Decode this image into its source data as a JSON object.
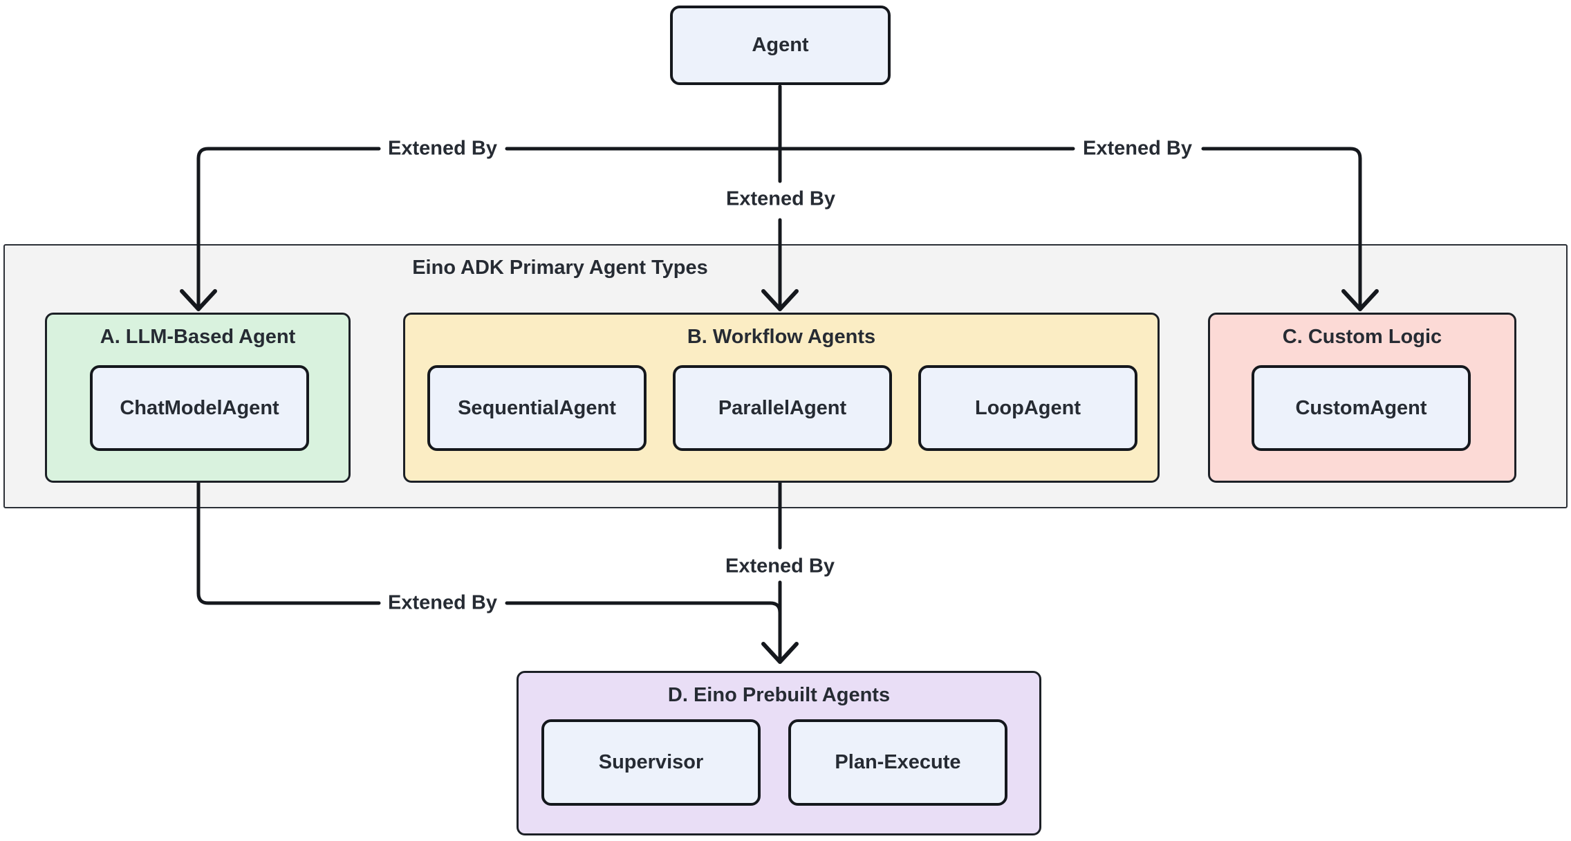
{
  "palette": {
    "node_fill": "#edf2fb",
    "node_border": "#15181d",
    "line": "#15181d",
    "text": "#262b33",
    "container_fill": "#f3f3f3",
    "group_a_fill": "#d9f2de",
    "group_b_fill": "#fbedc4",
    "group_c_fill": "#fcdad6",
    "group_d_fill": "#e9def6"
  },
  "diagram": {
    "root": {
      "label": "Agent"
    },
    "container_title": "Eino ADK Primary Agent Types",
    "edge_labels": {
      "top_left": "Extened By",
      "top_center": "Extened By",
      "top_right": "Extened By",
      "bottom_center": "Extened By",
      "bottom_left": "Extened By"
    },
    "groups": {
      "a": {
        "title": "A. LLM-Based Agent",
        "nodes": {
          "chat_model": "ChatModelAgent"
        }
      },
      "b": {
        "title": "B. Workflow Agents",
        "nodes": {
          "sequential": "SequentialAgent",
          "parallel": "ParallelAgent",
          "loop": "LoopAgent"
        }
      },
      "c": {
        "title": "C. Custom Logic",
        "nodes": {
          "custom": "CustomAgent"
        }
      },
      "d": {
        "title": "D. Eino Prebuilt Agents",
        "nodes": {
          "supervisor": "Supervisor",
          "plan_execute": "Plan-Execute"
        }
      }
    }
  }
}
